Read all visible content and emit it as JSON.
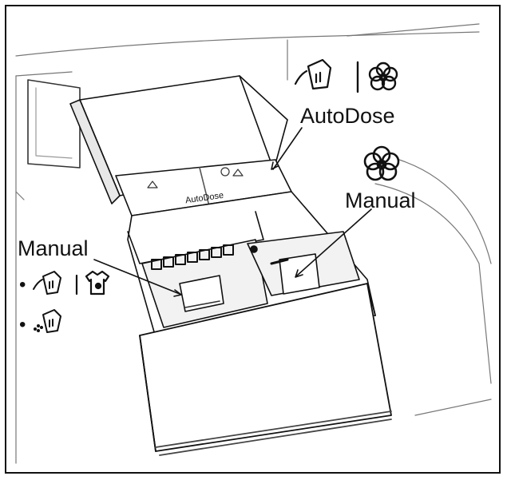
{
  "labels": {
    "autodose": "AutoDose",
    "manual_right": "Manual",
    "manual_left": "Manual",
    "drawer_autodose": "AutoDose",
    "separator": "|"
  },
  "bullets": [
    {
      "bullet": "•",
      "icons": [
        "liquid-detergent-icon",
        "separator",
        "tshirt-stain-icon"
      ]
    },
    {
      "bullet": "•",
      "icons": [
        "powder-detergent-icon"
      ]
    }
  ],
  "icons": {
    "top_row": [
      "liquid-detergent-icon",
      "separator",
      "fabric-softener-flower-icon"
    ],
    "right_middle": [
      "fabric-softener-flower-icon"
    ]
  },
  "colors": {
    "line": "#111111",
    "shade": "#d9d9d9"
  }
}
